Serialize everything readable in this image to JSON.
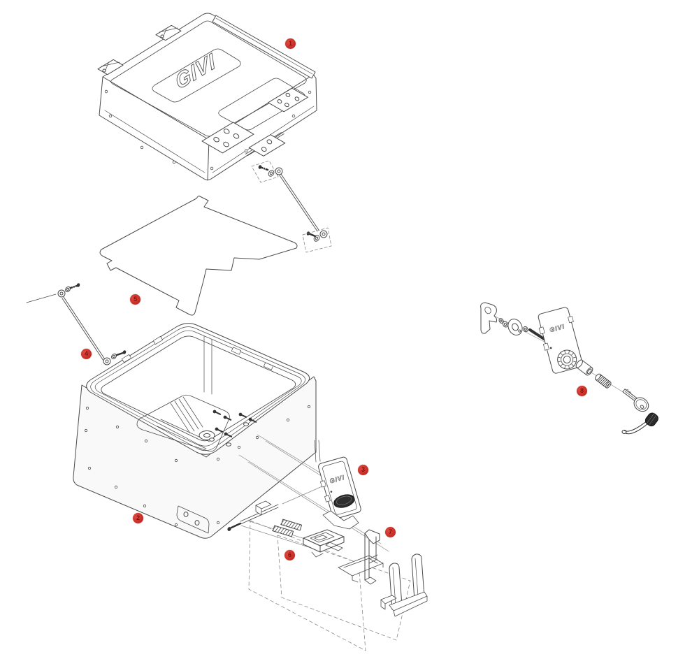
{
  "diagram": {
    "brand": "GIVI",
    "background_color": "#ffffff",
    "line_color": "#4a4a4a",
    "callout_color": "#c42a22",
    "callout_number_color": "#7d1111",
    "callouts": [
      {
        "number": "1",
        "part": "lid"
      },
      {
        "number": "2",
        "part": "case-body"
      },
      {
        "number": "3",
        "part": "lock-cover"
      },
      {
        "number": "4",
        "part": "retaining-cable"
      },
      {
        "number": "5",
        "part": "base-plate"
      },
      {
        "number": "6",
        "part": "latch-slider"
      },
      {
        "number": "7",
        "part": "support-bracket"
      },
      {
        "number": "8",
        "part": "lock-kit"
      }
    ],
    "logos": {
      "lid": "GIVI",
      "lock_cover": "GIVI",
      "lock_plate": "GIVI"
    }
  }
}
